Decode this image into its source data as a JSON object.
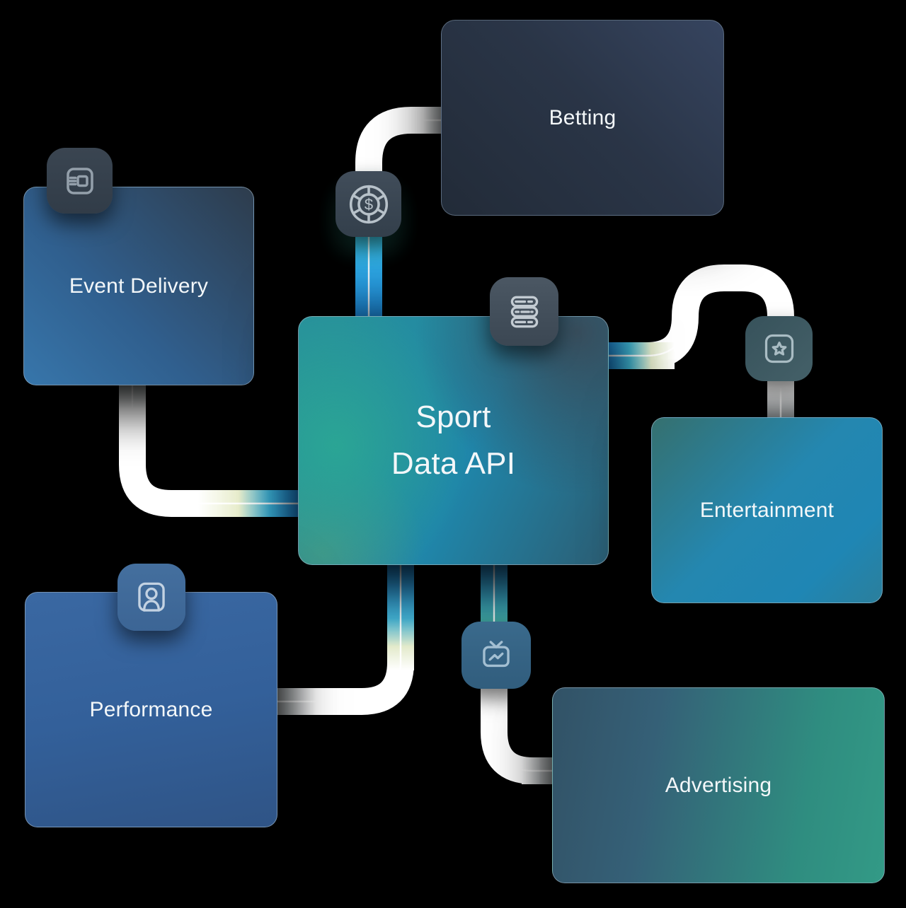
{
  "diagram": {
    "title_node": {
      "line1": "Sport",
      "line2": "Data API"
    },
    "nodes": {
      "betting": {
        "label": "Betting"
      },
      "event_delivery": {
        "label": "Event Delivery"
      },
      "entertainment": {
        "label": "Entertainment"
      },
      "performance": {
        "label": "Performance"
      },
      "advertising": {
        "label": "Advertising"
      }
    },
    "badges": {
      "event_delivery": "shipment-box-icon",
      "betting_connector": "poker-chip-dollar-icon",
      "betting_connector_symbol": "$",
      "api": "server-stack-icon",
      "entertainment_connector": "star-app-icon",
      "performance": "person-portrait-icon",
      "advertising_connector": "tv-pulse-icon"
    },
    "colors": {
      "background": "#000000",
      "pipe": "#ffffff",
      "pipe_blue": "#1f92ea",
      "pipe_cyan": "#41c5df",
      "pipe_teal": "#47ad92",
      "text": "#f3f7f9"
    }
  }
}
